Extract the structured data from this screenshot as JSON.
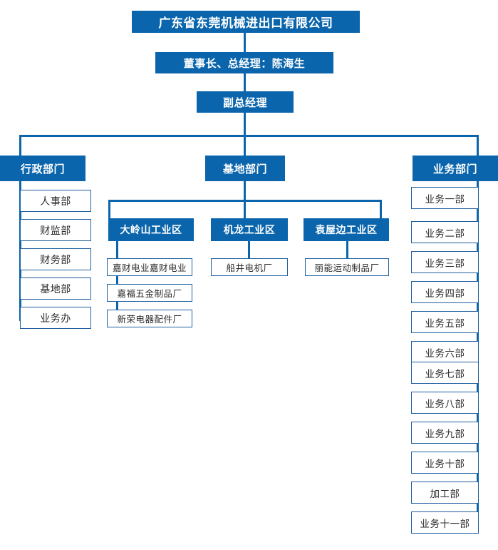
{
  "meta": {
    "title": "广东省东莞机械进出口有限公司组织架构图",
    "accent_color": "#0A65AC",
    "border_color": "#1F5FA0",
    "text_color_on_accent": "#FFFFFF",
    "text_color_plain": "#2B2B2B",
    "background": "#FFFFFF"
  },
  "root": {
    "company": "广东省东莞机械进出口有限公司",
    "chairman": "董事长、总经理：陈海生",
    "deputy": "副总经理"
  },
  "departments": {
    "admin": {
      "label": "行政部门",
      "children": [
        {
          "label": "人事部"
        },
        {
          "label": "财监部"
        },
        {
          "label": "财务部"
        },
        {
          "label": "基地部"
        },
        {
          "label": "业务办"
        }
      ]
    },
    "base": {
      "label": "基地部门",
      "zones": [
        {
          "label": "大岭山工业区",
          "factories": [
            {
              "label": "嘉财电业嘉财电业"
            },
            {
              "label": "嘉福五金制品厂"
            },
            {
              "label": "新荣电器配件厂"
            }
          ]
        },
        {
          "label": "机龙工业区",
          "factories": [
            {
              "label": "船井电机厂"
            }
          ]
        },
        {
          "label": "袁屋边工业区",
          "factories": [
            {
              "label": "丽能运动制品厂"
            }
          ]
        }
      ]
    },
    "business": {
      "label": "业务部门",
      "children": [
        {
          "label": "业务一部"
        },
        {
          "label": "业务二部"
        },
        {
          "label": "业务三部"
        },
        {
          "label": "业务四部"
        },
        {
          "label": "业务五部"
        },
        {
          "label": "业务六部"
        },
        {
          "label": "业务七部"
        },
        {
          "label": "业务八部"
        },
        {
          "label": "业务九部"
        },
        {
          "label": "业务十部"
        },
        {
          "label": "加工部"
        },
        {
          "label": "业务十一部"
        }
      ]
    }
  }
}
